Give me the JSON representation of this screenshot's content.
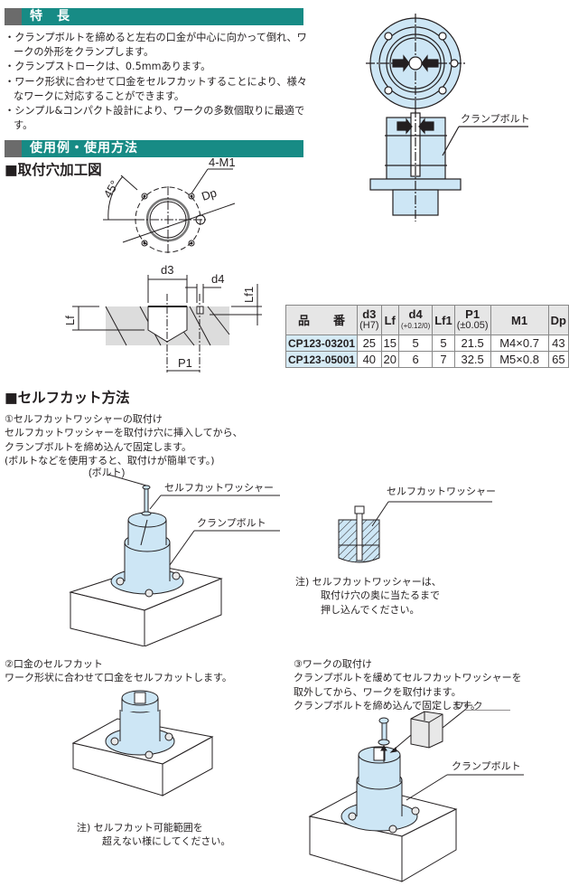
{
  "colors": {
    "section_bar": "#178b85",
    "section_bar_accent": "#6b6b6b",
    "part_blue": "#cde6f5",
    "table_header_bg": "#e6e6e6",
    "part_number_bg": "#d6ebf5"
  },
  "features": {
    "title": "特　長",
    "bullets": [
      "・クランプボルトを締めると左右の口金が中心に向かって倒れ、ワークの外形をクランプします。",
      "・クランプストロークは、0.5mmあります。",
      "・ワーク形状に合わせて口金をセルフカットすることにより、様々なワークに対応することができます。",
      "・シンプル&コンパクト設計により、ワークの多数個取りに最適です。"
    ]
  },
  "usage": {
    "title": "使用例・使用方法"
  },
  "mounting_hole": {
    "heading": "■取付穴加工図",
    "labels": {
      "holes": "4-M1",
      "dp": "Dp",
      "angle": "45°",
      "d3": "d3",
      "d4": "d4",
      "lf": "Lf",
      "lf1": "Lf1",
      "p1": "P1"
    }
  },
  "top_view": {
    "callout": "クランプボルト"
  },
  "spec_table": {
    "headers": [
      {
        "main": "品　　番",
        "sub": ""
      },
      {
        "main": "d3",
        "sub": "(H7)"
      },
      {
        "main": "Lf",
        "sub": ""
      },
      {
        "main": "d4",
        "sub": "(+0.12/0)"
      },
      {
        "main": "Lf1",
        "sub": ""
      },
      {
        "main": "P1",
        "sub": "(±0.05)"
      },
      {
        "main": "M1",
        "sub": ""
      },
      {
        "main": "Dp",
        "sub": ""
      }
    ],
    "rows": [
      [
        "CP123-03201",
        "25",
        "15",
        "5",
        "5",
        "21.5",
        "M4×0.7",
        "43"
      ],
      [
        "CP123-05001",
        "40",
        "20",
        "6",
        "7",
        "32.5",
        "M5×0.8",
        "65"
      ]
    ]
  },
  "self_cut": {
    "heading": "■セルフカット方法",
    "step1": {
      "lines": [
        "①セルフカットワッシャーの取付け",
        "セルフカットワッシャーを取付け穴に挿入してから、",
        "クランプボルトを締め込んで固定します。",
        "(ボルトなどを使用すると、取付けが簡単です。)"
      ],
      "labels": {
        "bolt": "(ボルト)",
        "washer": "セルフカットワッシャー",
        "clamp_bolt": "クランプボルト"
      }
    },
    "section_view": {
      "label": "セルフカットワッシャー",
      "note": [
        "注) セルフカットワッシャーは、",
        "取付け穴の奥に当たるまで",
        "押し込んでください。"
      ]
    },
    "step2": {
      "lines": [
        "②口金のセルフカット",
        "ワーク形状に合わせて口金をセルフカットします。"
      ],
      "note": [
        "注) セルフカット可能範囲を",
        "超えない様にしてください。"
      ]
    },
    "step3": {
      "lines": [
        "③ワークの取付け",
        "クランプボルトを緩めてセルフカットワッシャーを",
        "取外してから、ワークを取付けます。",
        "クランプボルトを締め込んで固定します。"
      ],
      "labels": {
        "work": "ワーク",
        "clamp_bolt": "クランプボルト"
      }
    }
  }
}
